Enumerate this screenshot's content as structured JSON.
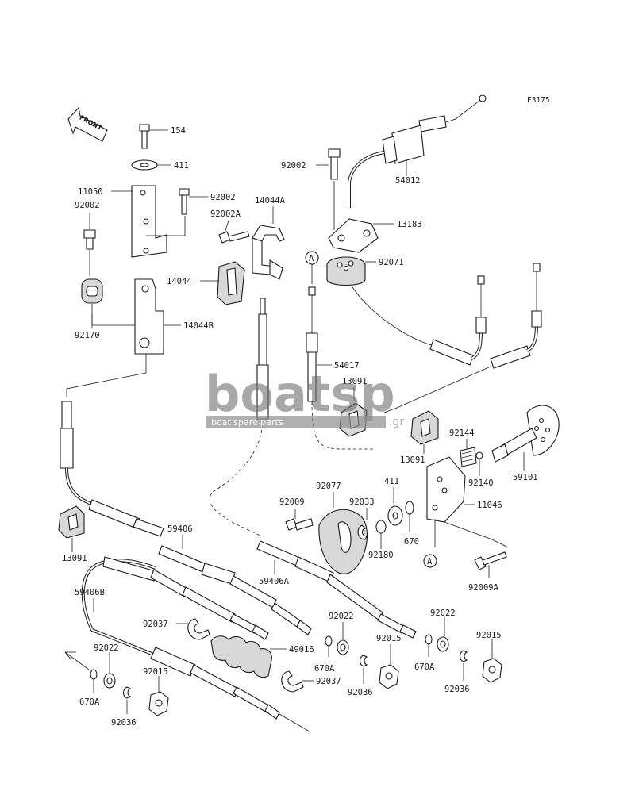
{
  "figure_ref": "F3175",
  "front_marker": "FRONT",
  "watermark": {
    "logo_text": "boatsp",
    "tagline": "boat spare parts",
    "suffix": ".gr"
  },
  "ref_marker": "A",
  "parts": {
    "p154": "154",
    "p411a": "411",
    "p11050": "11050",
    "p92002a": "92002",
    "p92002b": "92002",
    "p92002c": "92002",
    "p92002A": "92002A",
    "p14044A": "14044A",
    "p14044": "14044",
    "p14044B": "14044B",
    "p92170": "92170",
    "p54012": "54012",
    "p13183": "13183",
    "p92071": "92071",
    "p54017": "54017",
    "p13091a": "13091",
    "p13091b": "13091",
    "p13091c": "13091",
    "p92144": "92144",
    "p92140": "92140",
    "p59101": "59101",
    "p92077": "92077",
    "p411b": "411",
    "p11046": "11046",
    "p92009": "92009",
    "p92033": "92033",
    "p670a": "670",
    "p92180": "92180",
    "p92009A": "92009A",
    "p59406": "59406",
    "p59406A": "59406A",
    "p59406B": "59406B",
    "p92037a": "92037",
    "p92037b": "92037",
    "p49016": "49016",
    "p92022a": "92022",
    "p92022b": "92022",
    "p92022c": "92022",
    "p92015a": "92015",
    "p92015b": "92015",
    "p92015c": "92015",
    "p670Aa": "670A",
    "p670Ab": "670A",
    "p670Ac": "670A",
    "p92036a": "92036",
    "p92036b": "92036",
    "p92036c": "92036"
  }
}
